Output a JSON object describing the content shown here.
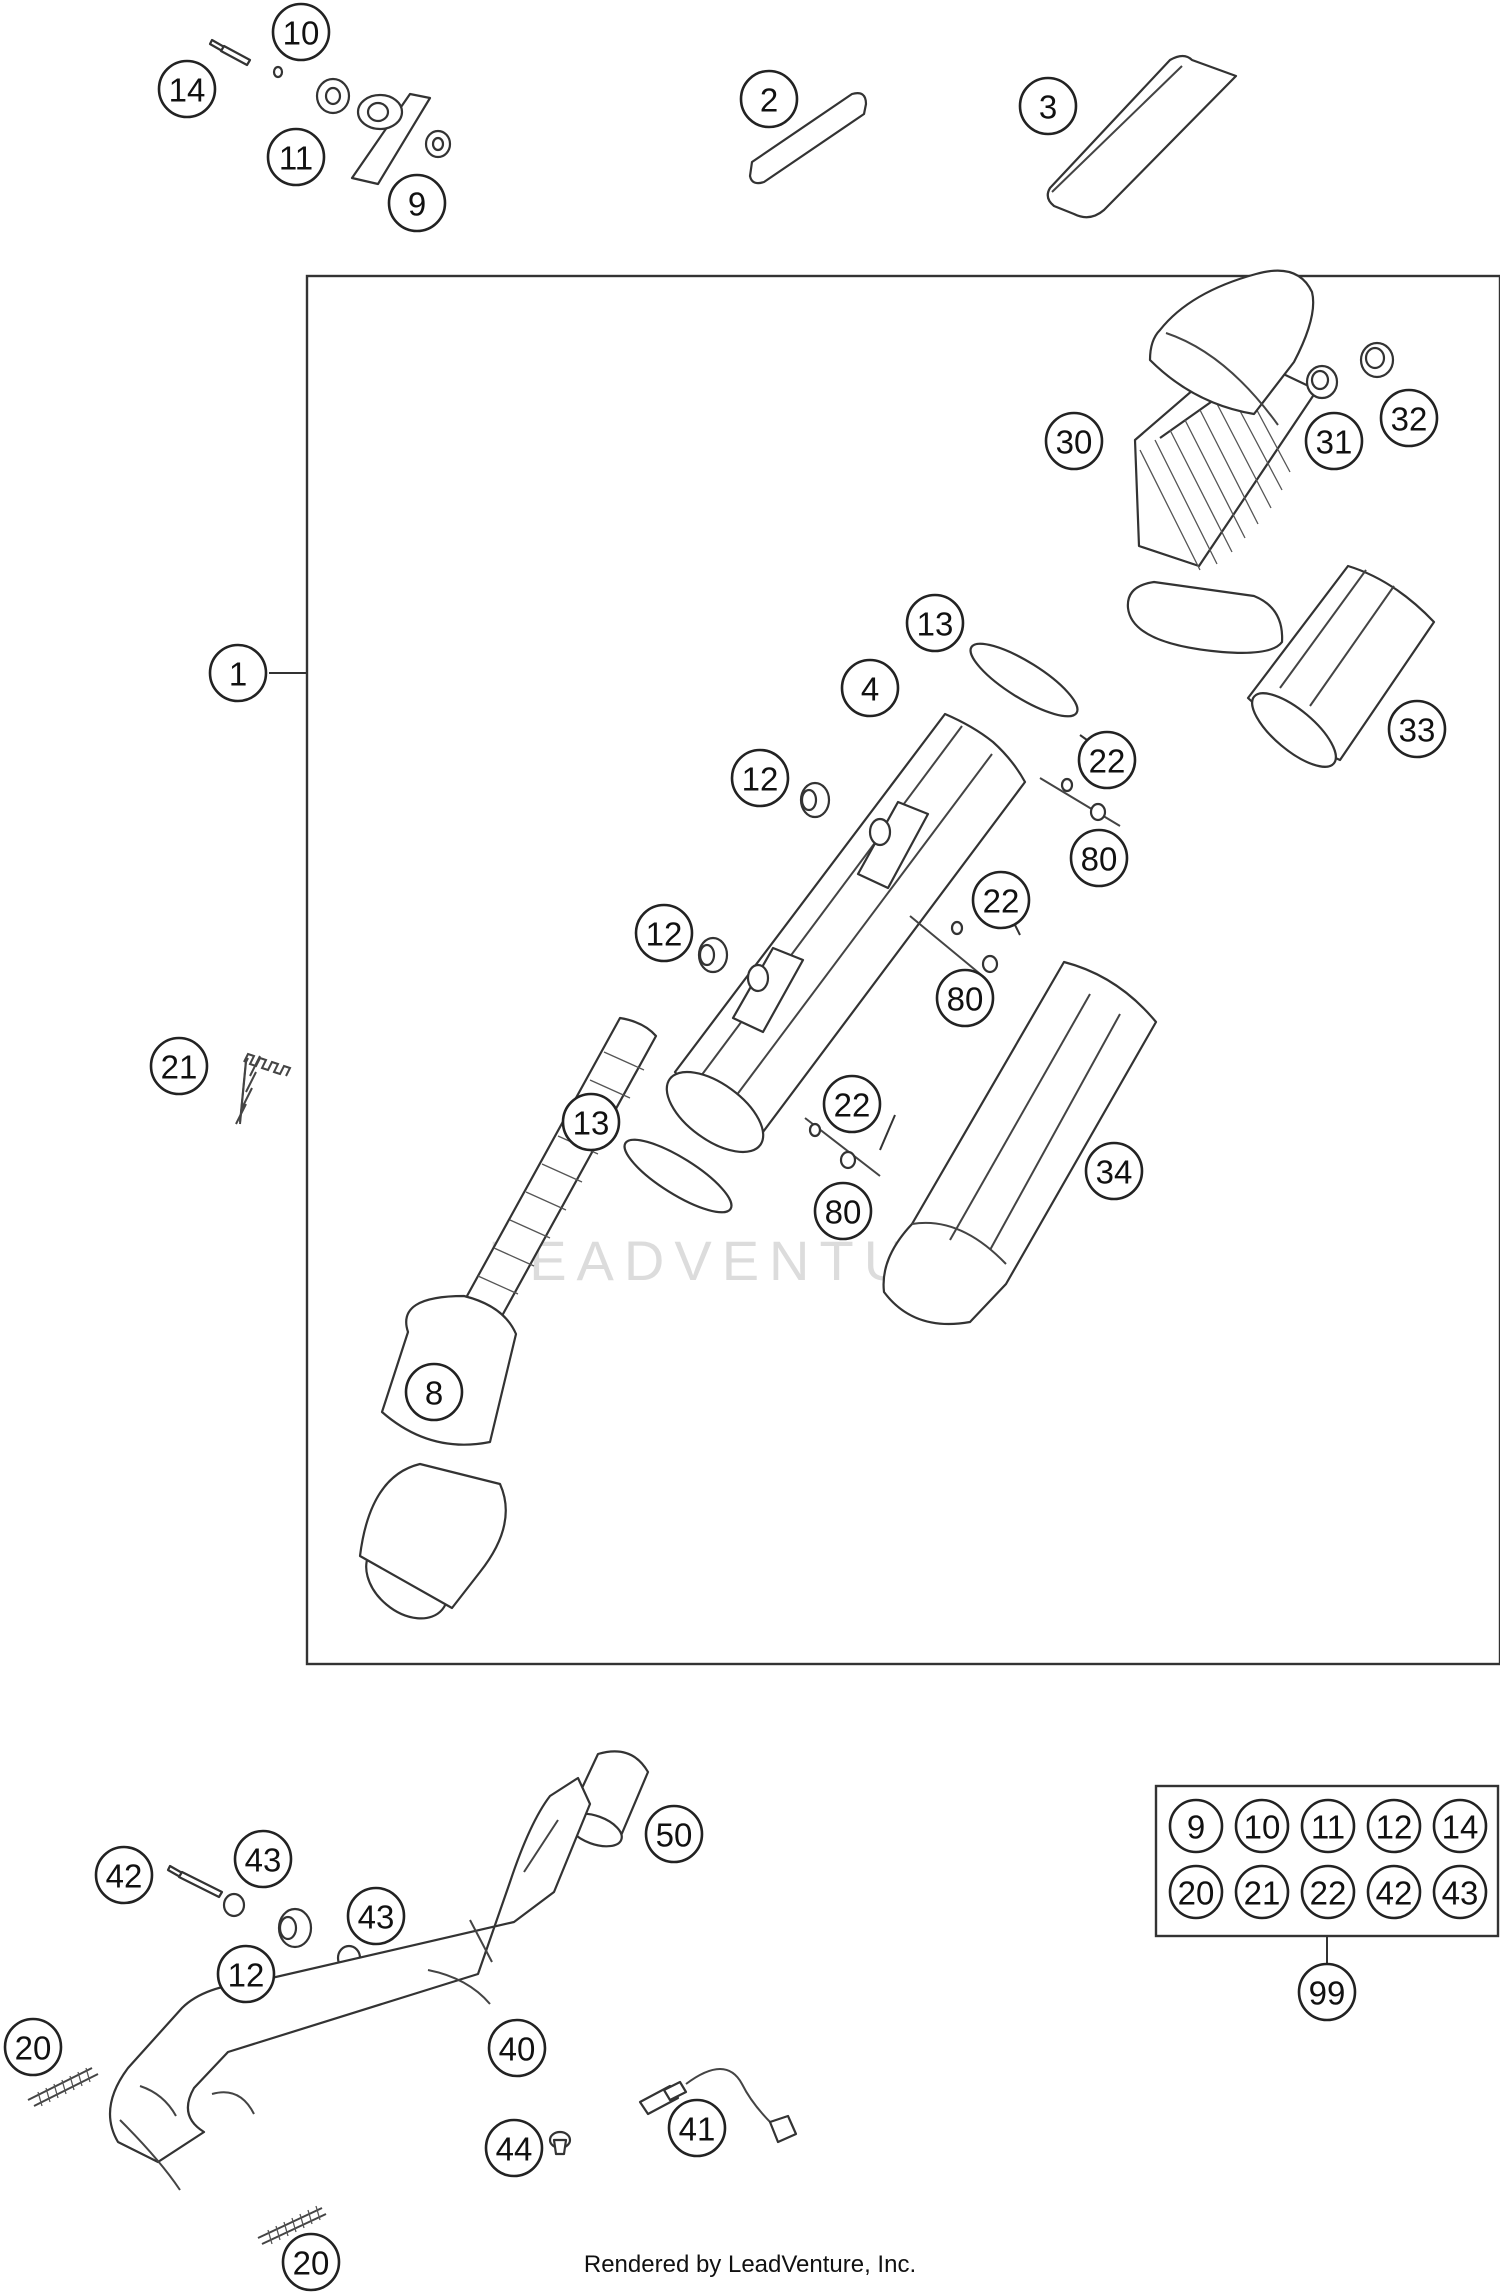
{
  "diagram": {
    "watermark": "LEADVENTURE",
    "footer_credit": "Rendered by LeadVenture, Inc.",
    "kit_callouts": [
      "9",
      "10",
      "11",
      "12",
      "14",
      "20",
      "21",
      "22",
      "42",
      "43"
    ],
    "kit_label": "99",
    "callouts": [
      {
        "id": "c14",
        "label": "14"
      },
      {
        "id": "c10",
        "label": "10"
      },
      {
        "id": "c11",
        "label": "11"
      },
      {
        "id": "c9",
        "label": "9"
      },
      {
        "id": "c2",
        "label": "2"
      },
      {
        "id": "c3",
        "label": "3"
      },
      {
        "id": "c1",
        "label": "1"
      },
      {
        "id": "c30",
        "label": "30"
      },
      {
        "id": "c31",
        "label": "31"
      },
      {
        "id": "c32",
        "label": "32"
      },
      {
        "id": "c13a",
        "label": "13"
      },
      {
        "id": "c33",
        "label": "33"
      },
      {
        "id": "c4",
        "label": "4"
      },
      {
        "id": "c22a",
        "label": "22"
      },
      {
        "id": "c12a",
        "label": "12"
      },
      {
        "id": "c80a",
        "label": "80"
      },
      {
        "id": "c22b",
        "label": "22"
      },
      {
        "id": "c12b",
        "label": "12"
      },
      {
        "id": "c80b",
        "label": "80"
      },
      {
        "id": "c21",
        "label": "21"
      },
      {
        "id": "c22c",
        "label": "22"
      },
      {
        "id": "c13b",
        "label": "13"
      },
      {
        "id": "c34",
        "label": "34"
      },
      {
        "id": "c80c",
        "label": "80"
      },
      {
        "id": "c8",
        "label": "8"
      },
      {
        "id": "c50",
        "label": "50"
      },
      {
        "id": "c42",
        "label": "42"
      },
      {
        "id": "c43a",
        "label": "43"
      },
      {
        "id": "c43b",
        "label": "43"
      },
      {
        "id": "c12c",
        "label": "12"
      },
      {
        "id": "c40",
        "label": "40"
      },
      {
        "id": "c20a",
        "label": "20"
      },
      {
        "id": "c41",
        "label": "41"
      },
      {
        "id": "c44",
        "label": "44"
      },
      {
        "id": "c20b",
        "label": "20"
      }
    ]
  }
}
